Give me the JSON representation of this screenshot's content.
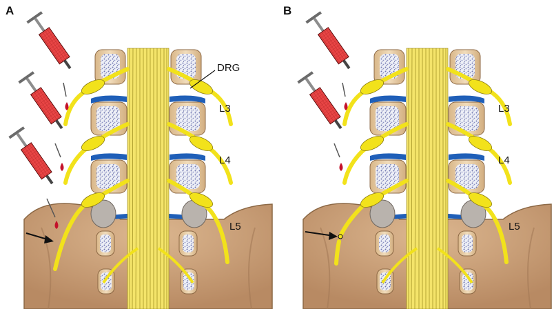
{
  "panels": [
    {
      "letter": "A",
      "annotation": "DRG",
      "levels": [
        "L3",
        "L4",
        "L5"
      ],
      "syringe_count": 3
    },
    {
      "letter": "B",
      "levels": [
        "L3",
        "L4",
        "L5"
      ],
      "syringe_count": 2
    }
  ],
  "colors": {
    "nerve": "#f2e21b",
    "nerve_outline": "#8a7a10",
    "vertebra": "#e8c9a0",
    "bone_texture": "#7a7fb5",
    "disc": "#1f5fb8",
    "sacrum": "#c99e78",
    "syringe_barrel": "#e03a3a",
    "syringe_metal": "#7d7d7d",
    "blood_drop": "#c4122b",
    "arrow": "#111111"
  }
}
